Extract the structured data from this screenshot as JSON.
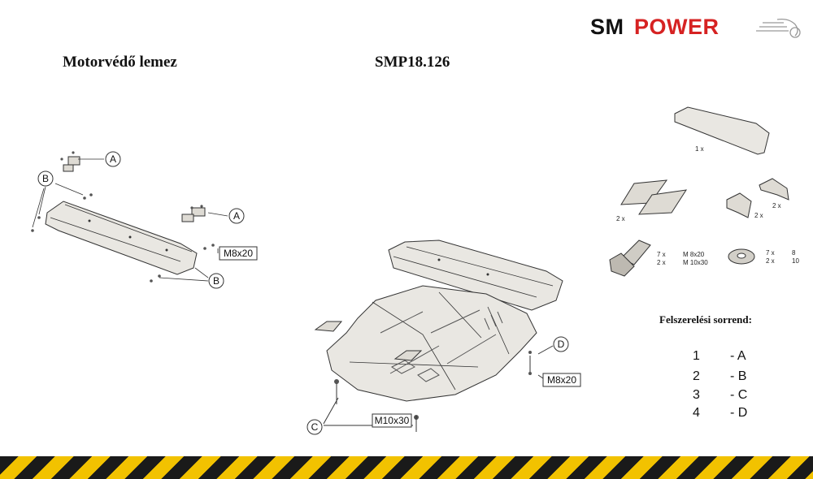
{
  "logo": {
    "part1": "SM",
    "part2": "POWER"
  },
  "titles": {
    "left": "Motorvédő lemez",
    "center": "SMP18.126"
  },
  "callouts": {
    "a": "A",
    "b": "B",
    "c": "C",
    "d": "D"
  },
  "dimensions": {
    "m8x20": "M8x20",
    "m10x30": "M10x30"
  },
  "parts": {
    "bar_qty": "1 x",
    "bracket_qty": "2 x",
    "angle_qty": "2 x",
    "clip_qty": "2 x",
    "bolt_qty_1": "7 x",
    "bolt_size_1": "M 8x20",
    "bolt_qty_2": "2 x",
    "bolt_size_2": "M 10x30",
    "washer_qty_1": "7 x",
    "washer_size_1": "8",
    "washer_qty_2": "2 x",
    "washer_size_2": "10"
  },
  "sequence": {
    "title": "Felszerelési sorrend:",
    "steps": [
      {
        "num": "1",
        "letter": "- A"
      },
      {
        "num": "2",
        "letter": "- B"
      },
      {
        "num": "3",
        "letter": "- C"
      },
      {
        "num": "4",
        "letter": "- D"
      }
    ]
  },
  "colors": {
    "brand_red": "#d62222",
    "hazard_yellow": "#f2c200",
    "hazard_black": "#1a1a1a"
  }
}
